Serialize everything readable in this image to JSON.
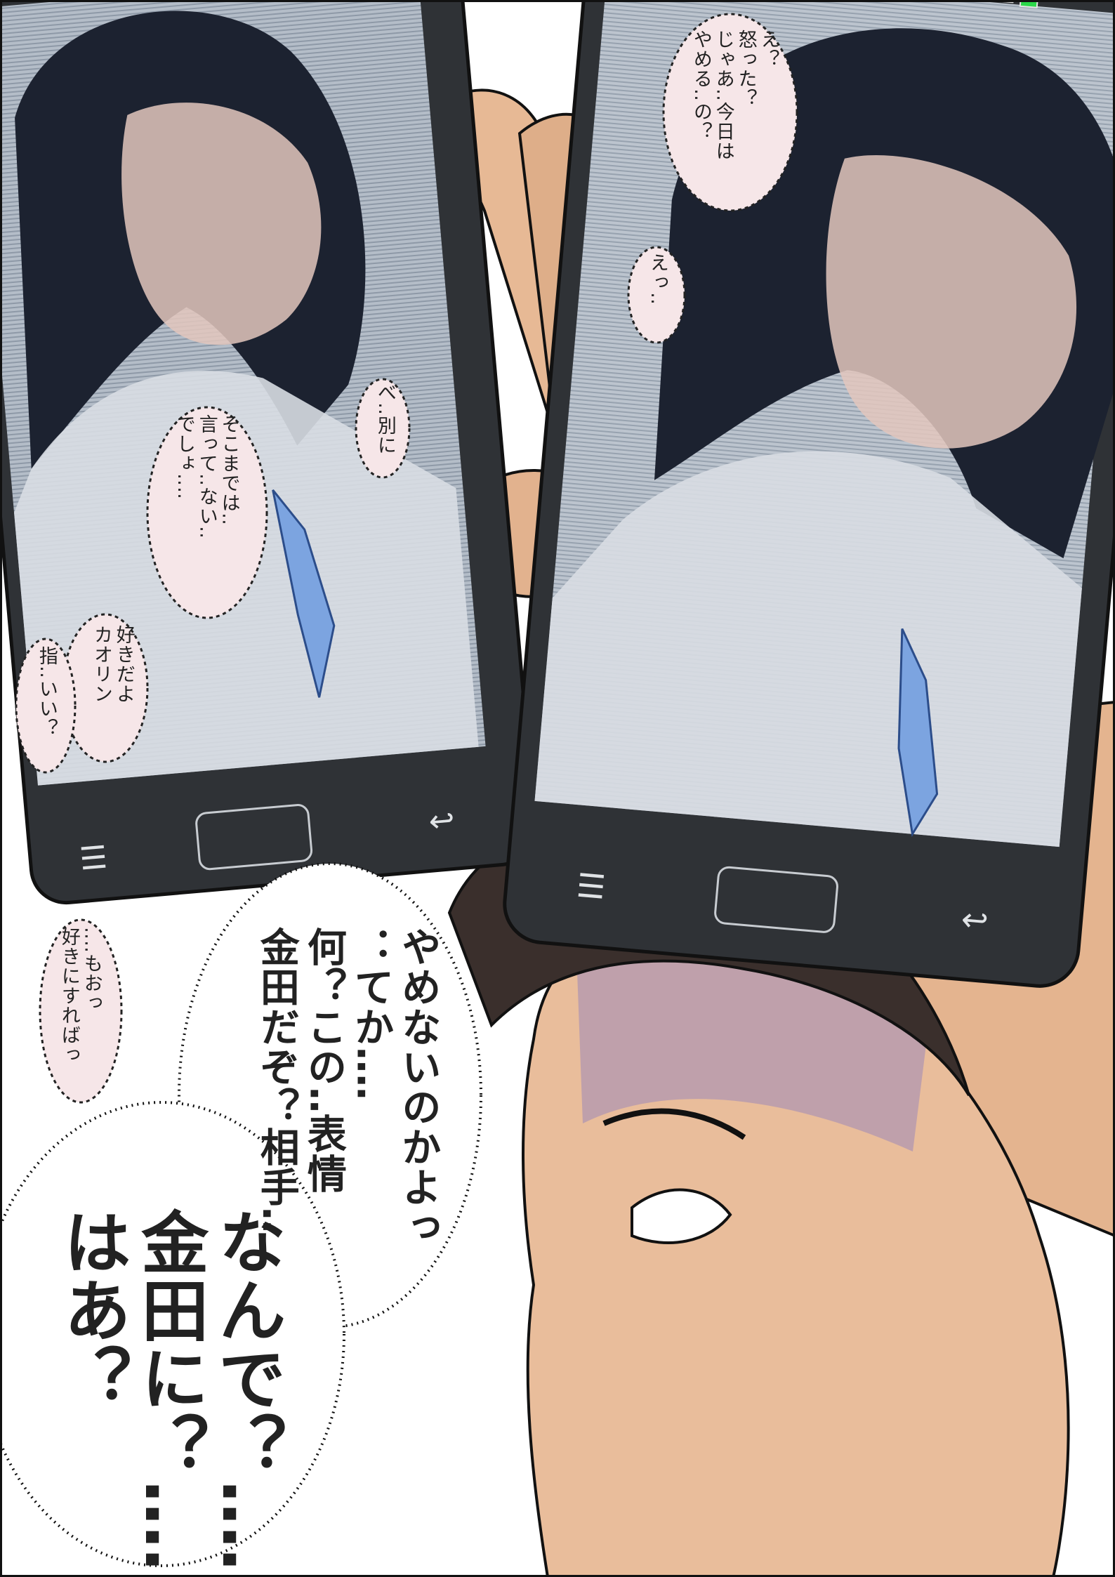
{
  "speech": {
    "phone_right_top": "え？\n怒った？\nじゃあ‥今日は\nやめる‥の？",
    "phone_right_mid": "えっ‥",
    "phone_left_a": "べ‥別に",
    "phone_left_b": "そこまでは‥\n言って‥ない‥\nでしょ‥‥",
    "phone_left_c": "好きだよ\nカオリン",
    "phone_left_d": "指‥いい？",
    "below_left": "‥‥もおっ\n好きにすればっ",
    "boy_thought_1": "やめないのかよっ\n：てか‥‥\n何？この‥表情\n金田だぞ？相手‥",
    "boy_thought_2": "なんで？‥‥\n金田に？‥‥\nはあ？"
  },
  "colors": {
    "bubble_pink": "#f6e6e8",
    "phone_body": "#2f3236",
    "screen_tint": "#a9b3bf",
    "skin": "#e7b995",
    "hair": "#1c2230",
    "battery": "#2bd84a"
  }
}
